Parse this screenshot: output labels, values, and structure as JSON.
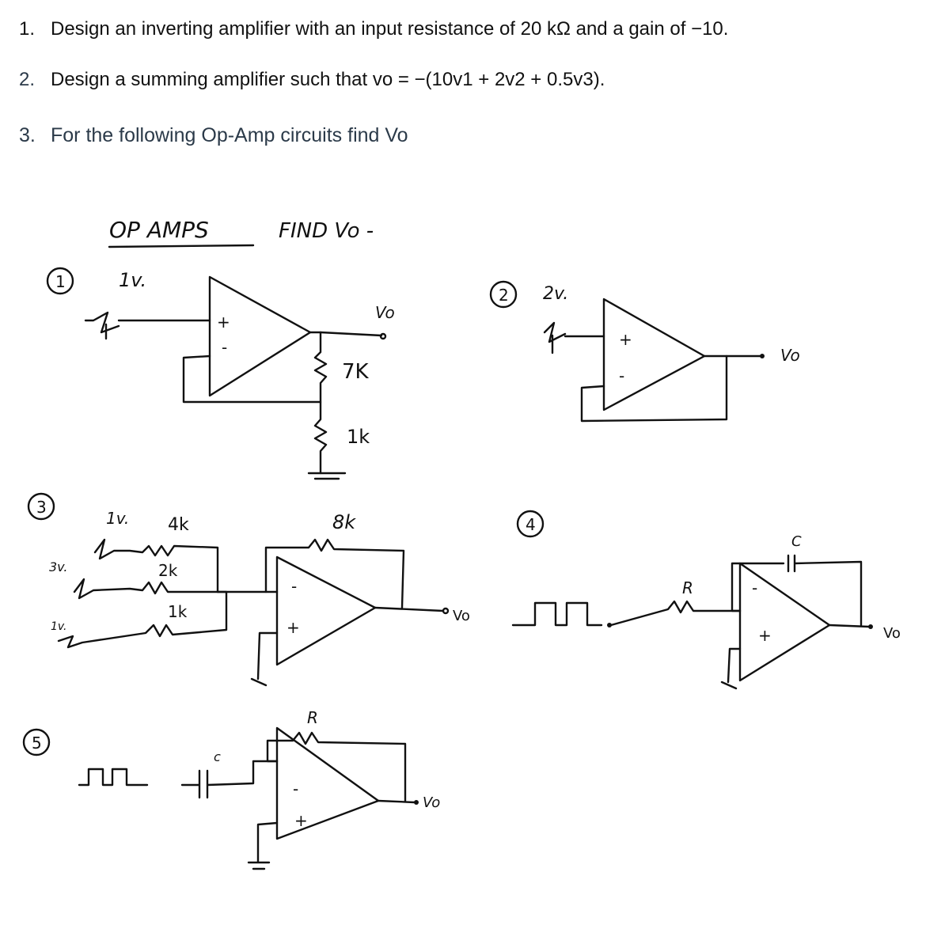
{
  "questions": [
    {
      "number": "1.",
      "text": "Design an inverting amplifier with an input resistance of 20 kΩ and a gain of −10."
    },
    {
      "number": "2.",
      "text": "Design a summing amplifier such that vo = −(10v1 + 2v2 + 0.5v3)."
    },
    {
      "number": "3.",
      "text": "For the following Op-Amp circuits find Vo"
    }
  ],
  "sketch": {
    "heading": "OP AMPS",
    "heading_suffix": "FIND Vo -",
    "circuits": [
      {
        "label": "1",
        "source": "1v.",
        "output": "Vo",
        "resistors": [
          "7K",
          "1k"
        ]
      },
      {
        "label": "2",
        "source": "2v.",
        "output": "Vo"
      },
      {
        "label": "3",
        "sources": [
          "1v.",
          "3v.",
          "1v."
        ],
        "resistors": [
          "4k",
          "2k",
          "1k"
        ],
        "feedback": "8k",
        "output": "Vo"
      },
      {
        "label": "4",
        "input_resistor": "R",
        "feedback_cap": "C",
        "output": "Vo"
      },
      {
        "label": "5",
        "input_cap": "c",
        "feedback_resistor": "R",
        "output": "Vo"
      }
    ],
    "signs": {
      "plus": "+",
      "minus": "-"
    }
  }
}
